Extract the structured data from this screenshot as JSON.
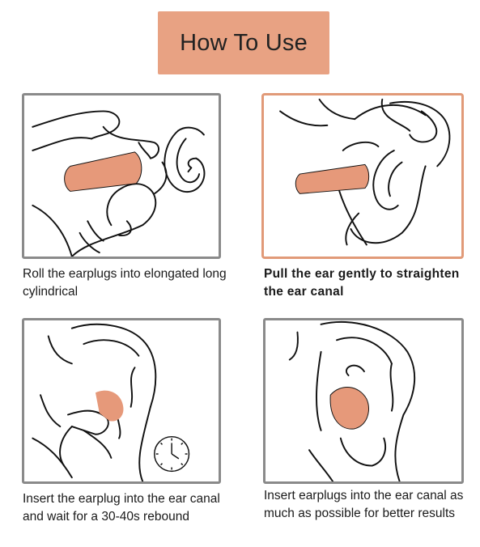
{
  "title": "How To Use",
  "colors": {
    "title_bg": "#e8a283",
    "earplug": "#e6997a",
    "panel_border": "#8a8a8a",
    "highlight_border": "#e19a78"
  },
  "steps": [
    {
      "caption": "Roll the earplugs into elongated long cylindrical",
      "illustration": "fingers-rolling-earplug"
    },
    {
      "caption": "Pull the ear gently to straighten the ear canal",
      "illustration": "hand-pulling-ear"
    },
    {
      "caption": "Insert the earplug into the ear canal and wait for a 30-40s rebound",
      "illustration": "finger-inserting-earplug-with-clock"
    },
    {
      "caption": "Insert earplugs into the ear canal as much as possible for better results",
      "illustration": "earplug-in-ear"
    }
  ]
}
